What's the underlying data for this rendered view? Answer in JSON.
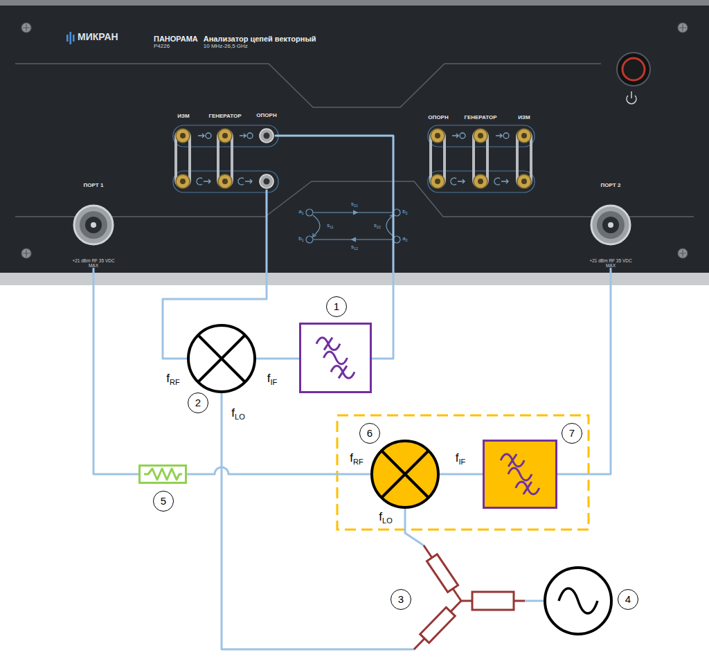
{
  "diagram": {
    "nodes": [
      {
        "text": [
          "МИКРАН",
          "ПАНОРАМА",
          "P4226",
          "Анализатор цепей векторный",
          "10 MHz-26,5 GHz"
        ]
      },
      {
        "text": [
          "ОПОРН"
        ],
        "in": 0
      },
      {
        "text": [
          "ПОРТ 1",
          "+21 dBm RF 35 VDC MAX"
        ],
        "in": 0
      },
      {
        "text": [
          "ПОРТ 2",
          "+21 dBm RF 35 VDC MAX"
        ],
        "in": 0
      },
      {
        "text": [
          "1"
        ]
      },
      {
        "text": [
          "2"
        ]
      },
      {
        "text": [
          "6"
        ]
      },
      {
        "text": [
          "7"
        ]
      },
      {
        "text": [
          "5"
        ]
      },
      {
        "text": [
          "3"
        ]
      },
      {
        "text": [
          "4"
        ]
      }
    ],
    "edges": [
      {
        "from": 2,
        "to": 8,
        "arrow": "none"
      },
      {
        "from": 8,
        "to": 6,
        "arrow": "none"
      },
      {
        "from": 6,
        "to": 7,
        "arrow": "none"
      },
      {
        "from": 7,
        "to": 3,
        "arrow": "none"
      },
      {
        "from": 1,
        "to": 5,
        "arrow": "none"
      },
      {
        "from": 5,
        "to": 4,
        "arrow": "none"
      },
      {
        "from": 4,
        "to": 1,
        "arrow": "none"
      },
      {
        "from": 10,
        "to": 9,
        "arrow": "none"
      },
      {
        "from": 9,
        "to": 6,
        "arrow": "none"
      },
      {
        "from": 9,
        "to": 5,
        "arrow": "none"
      }
    ],
    "labels": [
      "ИЗМ",
      "ГЕНЕРАТОР",
      "ОПОРН",
      "ГЕНЕРАТОР",
      "ИЗМ",
      "a1",
      "s21",
      "b2",
      "s11",
      "s22",
      "b1",
      "s12",
      "a2",
      "fRF",
      "fIF",
      "fLO",
      "fRF",
      "fIF",
      "fLO"
    ]
  }
}
